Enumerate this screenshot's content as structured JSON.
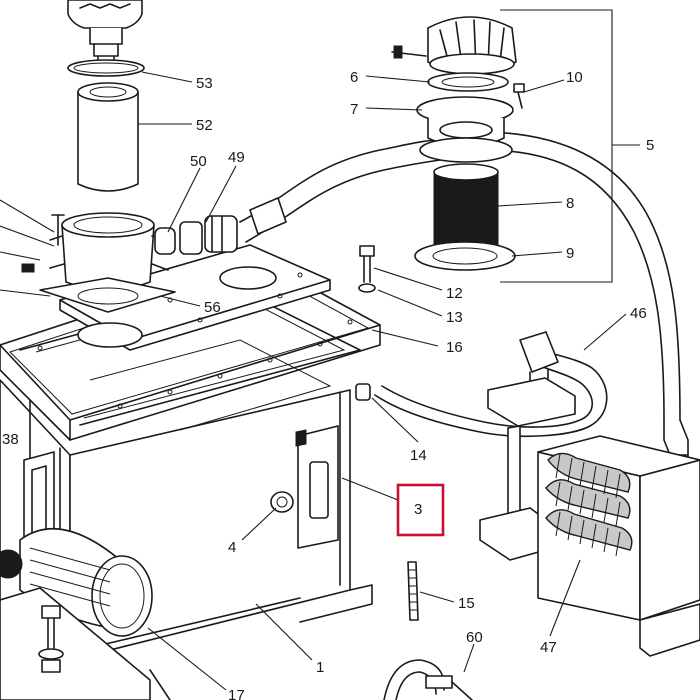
{
  "diagram": {
    "labels": [
      {
        "id": "53",
        "text": "53"
      },
      {
        "id": "52",
        "text": "52"
      },
      {
        "id": "50",
        "text": "50"
      },
      {
        "id": "49",
        "text": "49"
      },
      {
        "id": "56",
        "text": "56"
      },
      {
        "id": "6",
        "text": "6"
      },
      {
        "id": "7",
        "text": "7"
      },
      {
        "id": "10",
        "text": "10"
      },
      {
        "id": "5",
        "text": "5"
      },
      {
        "id": "8",
        "text": "8"
      },
      {
        "id": "9",
        "text": "9"
      },
      {
        "id": "12",
        "text": "12"
      },
      {
        "id": "13",
        "text": "13"
      },
      {
        "id": "16",
        "text": "16"
      },
      {
        "id": "46",
        "text": "46"
      },
      {
        "id": "14",
        "text": "14"
      },
      {
        "id": "38",
        "text": "38"
      },
      {
        "id": "4",
        "text": "4"
      },
      {
        "id": "3",
        "text": "3"
      },
      {
        "id": "15",
        "text": "15"
      },
      {
        "id": "60",
        "text": "60"
      },
      {
        "id": "1",
        "text": "1"
      },
      {
        "id": "47",
        "text": "47"
      },
      {
        "id": "17",
        "text": "17"
      }
    ],
    "highlighted_part": "3",
    "highlight_color": "#c8102e",
    "line_color": "#1a1a1a",
    "background": "#ffffff"
  }
}
